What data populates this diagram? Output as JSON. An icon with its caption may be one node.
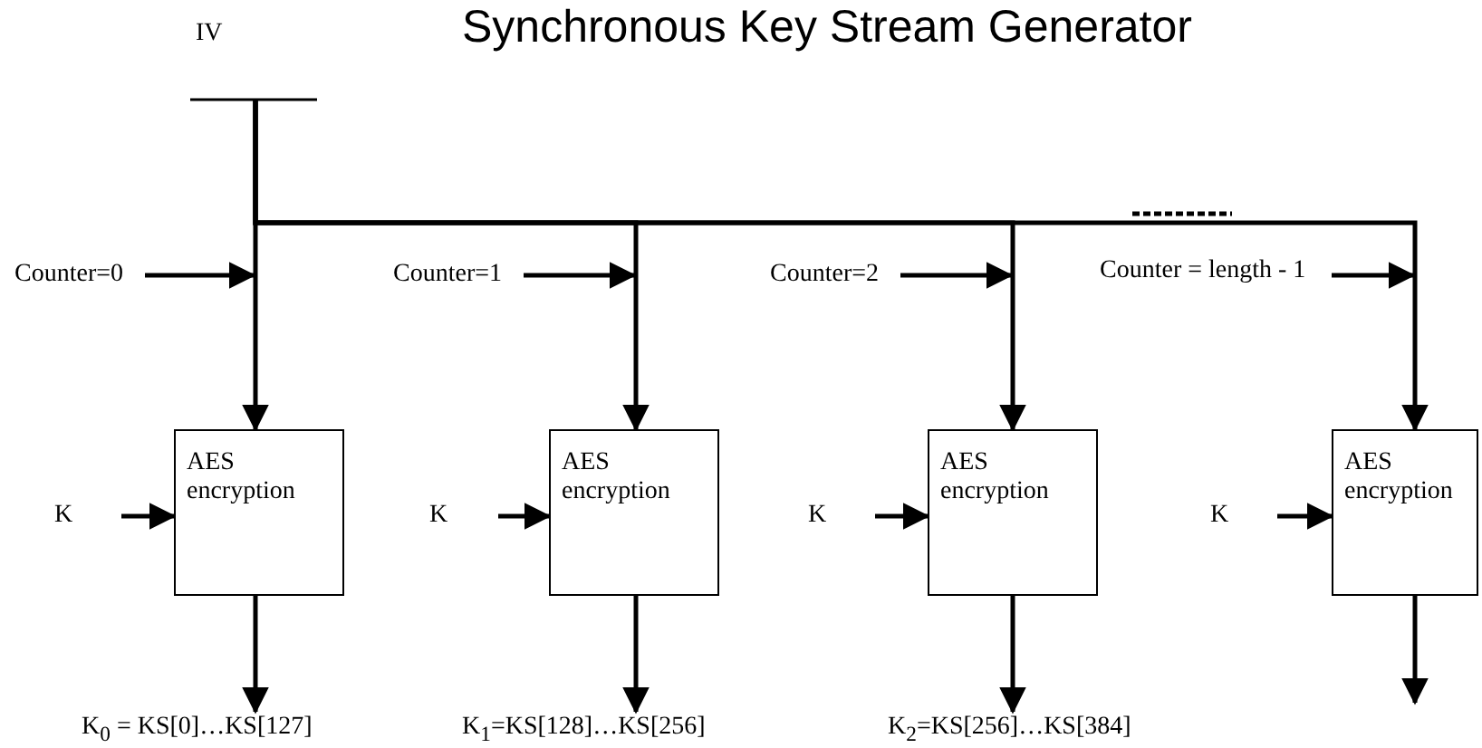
{
  "diagram": {
    "title": "Synchronous Key Stream Generator",
    "nodes": [
      {
        "text": [
          "IV"
        ]
      },
      {
        "text": [
          "AES encryption"
        ]
      },
      {
        "text": [
          "AES encryption"
        ]
      },
      {
        "text": [
          "AES encryption"
        ]
      },
      {
        "text": [
          "AES encryption"
        ]
      },
      {
        "text": [
          "K"
        ]
      },
      {
        "text": [
          "K"
        ]
      },
      {
        "text": [
          "K"
        ]
      },
      {
        "text": [
          "K"
        ]
      },
      {
        "text": [
          "Counter=0"
        ]
      },
      {
        "text": [
          "Counter=1"
        ]
      },
      {
        "text": [
          "Counter=2"
        ]
      },
      {
        "text": [
          "Counter = length - 1"
        ]
      },
      {
        "text": [
          "K$_{0}$ = KS[0]…KS[127]"
        ]
      },
      {
        "text": [
          "K$_{1}$=KS[128]…KS[256]"
        ]
      },
      {
        "text": [
          "K$_{2}$=KS[256]…KS[384]"
        ]
      }
    ],
    "edges": [
      {
        "from": 0,
        "to": 1,
        "arrow": "to"
      },
      {
        "from": 0,
        "to": 2,
        "arrow": "to"
      },
      {
        "from": 0,
        "to": 3,
        "arrow": "to"
      },
      {
        "from": 0,
        "to": 4,
        "arrow": "to"
      },
      {
        "from": 5,
        "to": 1,
        "arrow": "to"
      },
      {
        "from": 6,
        "to": 2,
        "arrow": "to"
      },
      {
        "from": 7,
        "to": 3,
        "arrow": "to"
      },
      {
        "from": 8,
        "to": 4,
        "arrow": "to"
      },
      {
        "from": 9,
        "to": null,
        "arrow": "to"
      },
      {
        "from": 10,
        "to": null,
        "arrow": "to"
      },
      {
        "from": 11,
        "to": null,
        "arrow": "to"
      },
      {
        "from": 12,
        "to": null,
        "arrow": "to"
      },
      {
        "from": 1,
        "to": 13,
        "arrow": "to"
      },
      {
        "from": 2,
        "to": 14,
        "arrow": "to"
      },
      {
        "from": 3,
        "to": 15,
        "arrow": "to"
      },
      {
        "from": 4,
        "to": null,
        "arrow": "to"
      }
    ]
  }
}
